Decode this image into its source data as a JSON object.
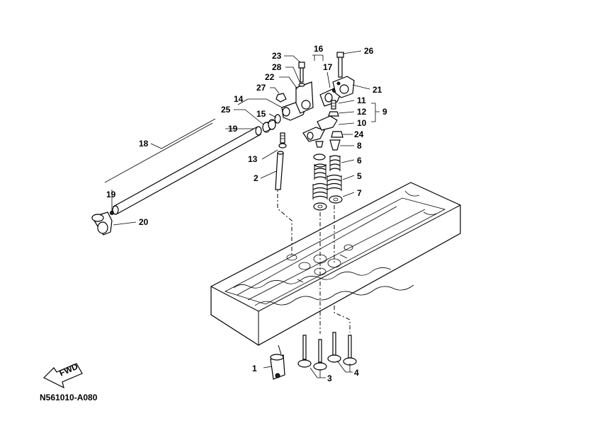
{
  "callouts": {
    "c1": "1",
    "c2": "2",
    "c3": "3",
    "c4": "4",
    "c5": "5",
    "c6": "6",
    "c7": "7",
    "c8": "8",
    "c9": "9",
    "c10": "10",
    "c11": "11",
    "c12": "12",
    "c13": "13",
    "c14": "14",
    "c15": "15",
    "c16": "16",
    "c17": "17",
    "c18": "18",
    "c19a": "19",
    "c19b": "19",
    "c20": "20",
    "c21": "21",
    "c22": "22",
    "c23": "23",
    "c24": "24",
    "c25": "25",
    "c26": "26",
    "c27": "27",
    "c28": "28"
  },
  "fwd_label": "FWD",
  "drawing_code": "N561010-A080",
  "icons": {
    "fwd": "fwd-arrow-icon"
  }
}
